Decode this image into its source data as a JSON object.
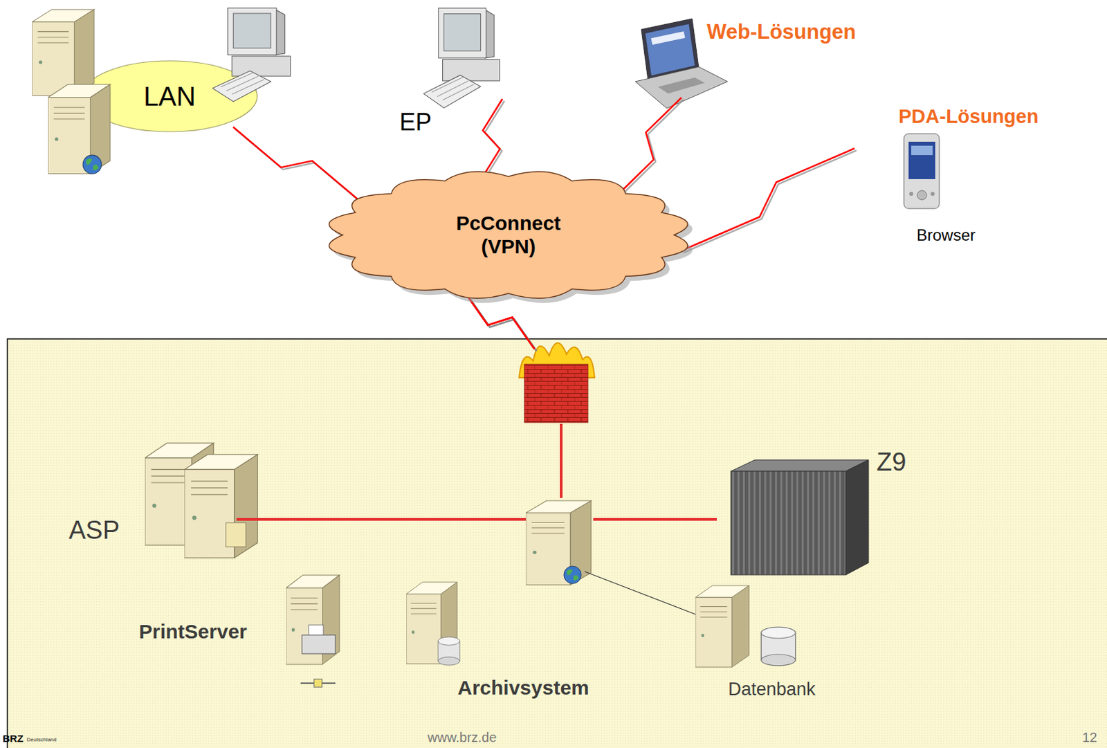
{
  "diagram": {
    "nodes": [
      {
        "text": [
          "LAN"
        ]
      },
      {
        "text": [
          "EP"
        ]
      },
      {
        "text": [
          "Web-Lösungen"
        ]
      },
      {
        "text": [
          "PDA-Lösungen",
          "Browser"
        ]
      },
      {
        "text": [
          "PcConnect (VPN)"
        ]
      },
      {
        "text": [
          "ASP"
        ]
      },
      {
        "text": [
          "PrintServer"
        ]
      },
      {
        "text": [
          "Archivsystem"
        ]
      },
      {
        "text": [
          "Z9"
        ]
      },
      {
        "text": [
          "Datenbank"
        ]
      }
    ],
    "edges": [
      {
        "from": 0,
        "to": 4,
        "arrow": "none"
      },
      {
        "from": 1,
        "to": 4,
        "arrow": "none"
      },
      {
        "from": 2,
        "to": 4,
        "arrow": "none"
      },
      {
        "from": 3,
        "to": 4,
        "arrow": "none"
      },
      {
        "from": 4,
        "to": 5,
        "arrow": "none"
      },
      {
        "from": 4,
        "to": 8,
        "arrow": "none"
      },
      {
        "from": 4,
        "to": 9,
        "arrow": "none"
      }
    ],
    "labels": [
      "BRZ",
      "Deutschland",
      "www.brz.de",
      "12"
    ]
  }
}
